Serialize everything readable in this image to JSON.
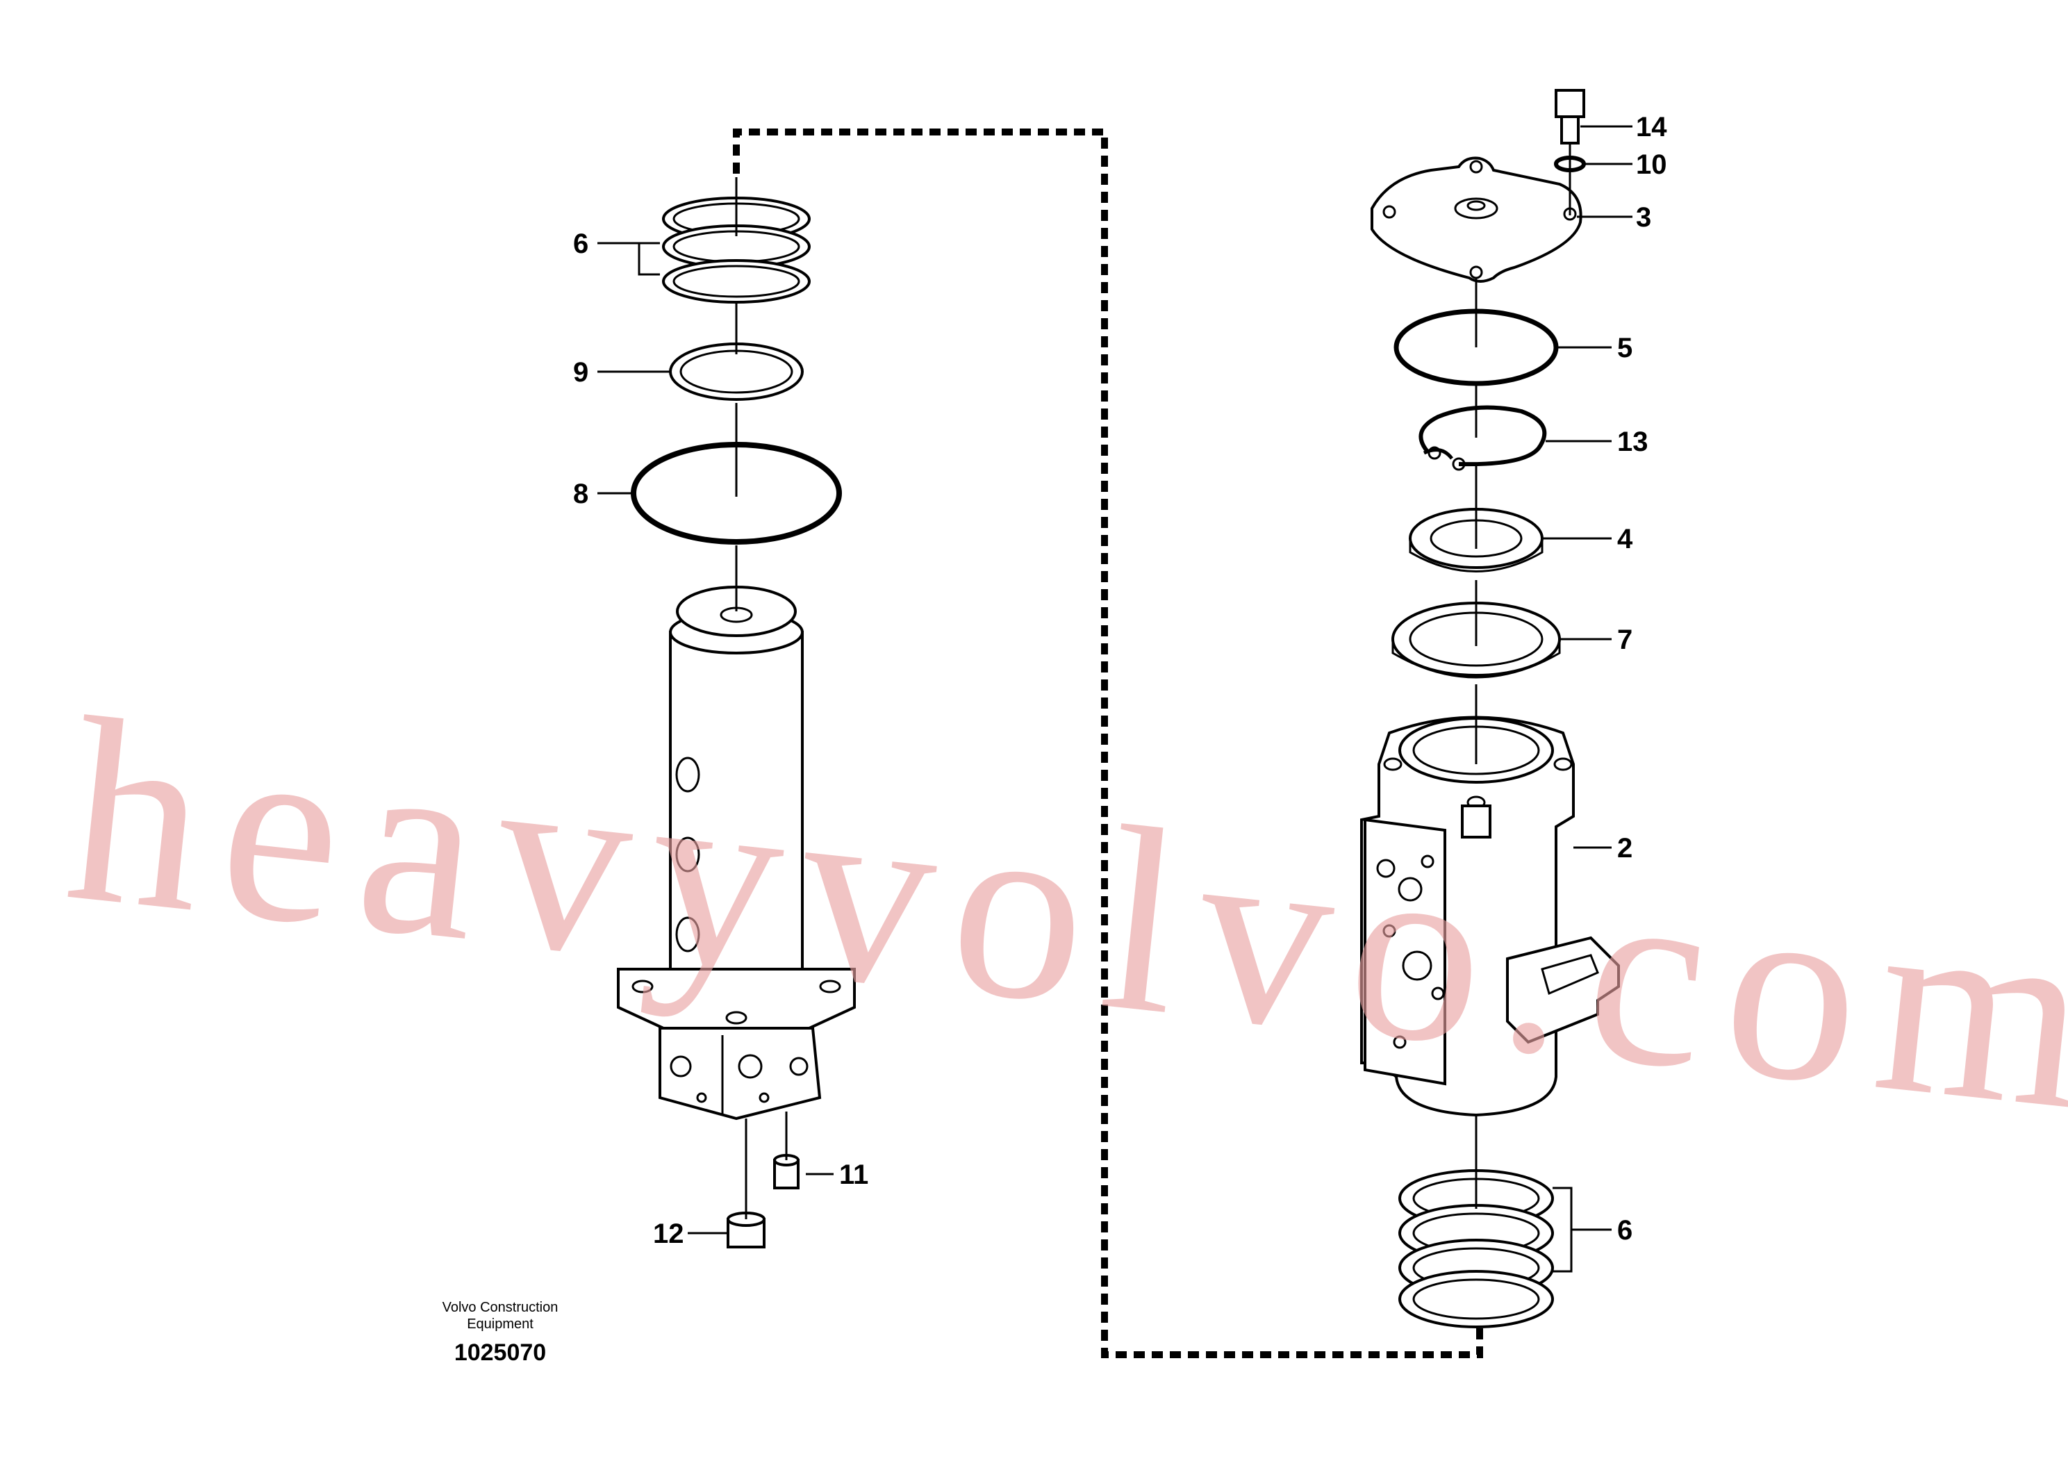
{
  "callouts": {
    "c14": "14",
    "c10": "10",
    "c3": "3",
    "c5": "5",
    "c13": "13",
    "c4": "4",
    "c7": "7",
    "c2": "2",
    "c6_right": "6",
    "c6_left": "6",
    "c9": "9",
    "c8": "8",
    "c11": "11",
    "c12": "12"
  },
  "caption": {
    "line1": "Volvo Construction",
    "line2": "Equipment",
    "ref_number": "1025070"
  },
  "watermark": "heavyvolvo.com"
}
